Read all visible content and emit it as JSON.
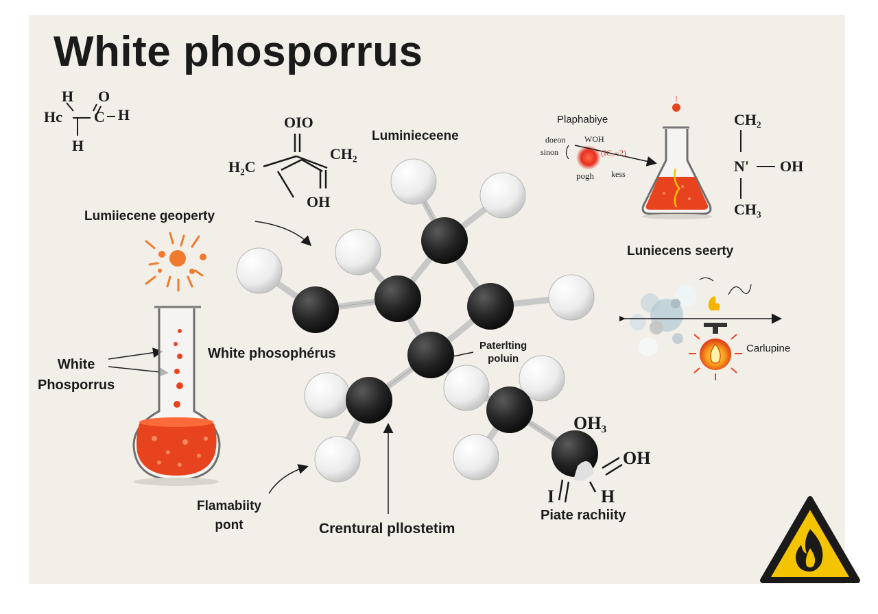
{
  "title": "White phosporrus",
  "topleft_formula": {
    "h_top": "H",
    "o": "O",
    "hc": "Hc",
    "c": "C",
    "h_right": "H",
    "h_bottom": "H"
  },
  "center_formula": {
    "oio": "OIO",
    "h2c": "H₂C",
    "ch2": "CH₂",
    "oh": "OH"
  },
  "labels": {
    "luminiecene": "Luminieceene",
    "lum_property": "Lumiiecene geoperty",
    "white_flask": "White\nPhosporrus",
    "white_molecule": "White phosophérus",
    "patterning": "Paterlting\npoluin",
    "flamability": "Flamabiity\npont",
    "crentural": "Crentural pllostetim",
    "piate": "Piate rachiity",
    "luniecens": "Luniecens seerty",
    "carlupine": "Carlupine",
    "plaphabiye": "Plaphabiye"
  },
  "flask_annot": {
    "doeon": "doeon",
    "woh": "WOH",
    "sinon": "sinon",
    "ic": "(IC₇−2)",
    "pogh": "pogh",
    "kess": "kess"
  },
  "right_formula": {
    "ch2": "CH₂",
    "n": "N'",
    "oh": "OH",
    "ch3": "CH₃"
  },
  "molecule_labels": {
    "oh3": "OH₃",
    "oh": "OH",
    "i": "I",
    "h": "H"
  },
  "colors": {
    "background": "#f1efe8",
    "carbon": "#222222",
    "hydrogen": "#f2f2f2",
    "liquid": "#e8431f",
    "warning": "#f5c400"
  },
  "icons": [
    "flask-icon",
    "erlenmeyer-flask-icon",
    "fire-warning-icon",
    "flame-icon",
    "arrow-icon"
  ]
}
